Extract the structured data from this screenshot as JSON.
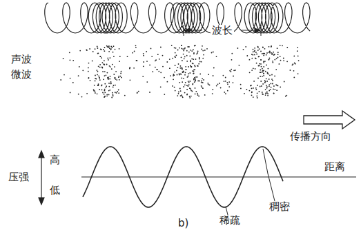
{
  "diagram": {
    "labels": [
      "波长",
      "声波",
      "微波",
      "传播方向",
      "压强",
      "高",
      "低",
      "距离",
      "稠密",
      "稀疏",
      "b)"
    ]
  }
}
